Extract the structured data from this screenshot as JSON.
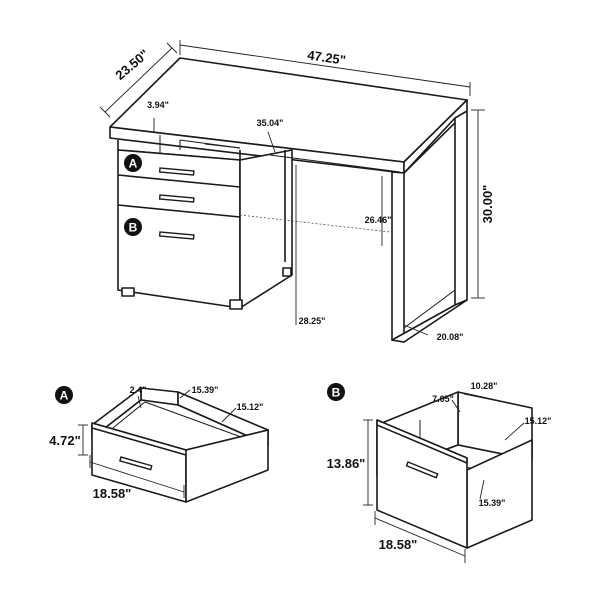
{
  "dimensions": {
    "width": "47.25\"",
    "depth": "23.50\"",
    "height": "30.00\"",
    "shelf_gap": "3.94\"",
    "inner_width": "35.04\"",
    "knee_height": "26.46\"",
    "leg_height": "28.25\"",
    "leg_depth": "20.08\""
  },
  "drawer_a": {
    "badge": "A",
    "side_thickness": "2.4\"",
    "inner_width": "15.39\"",
    "inner_depth": "15.12\"",
    "height": "4.72\"",
    "front_width": "18.58\""
  },
  "drawer_b": {
    "badge": "B",
    "inner_width": "10.28\"",
    "side_depth": "7.05\"",
    "inner_depth": "15.12\"",
    "height": "13.86\"",
    "bottom_width": "15.39\"",
    "front_width": "18.58\""
  },
  "desk_badges": {
    "a": "A",
    "b": "B"
  }
}
